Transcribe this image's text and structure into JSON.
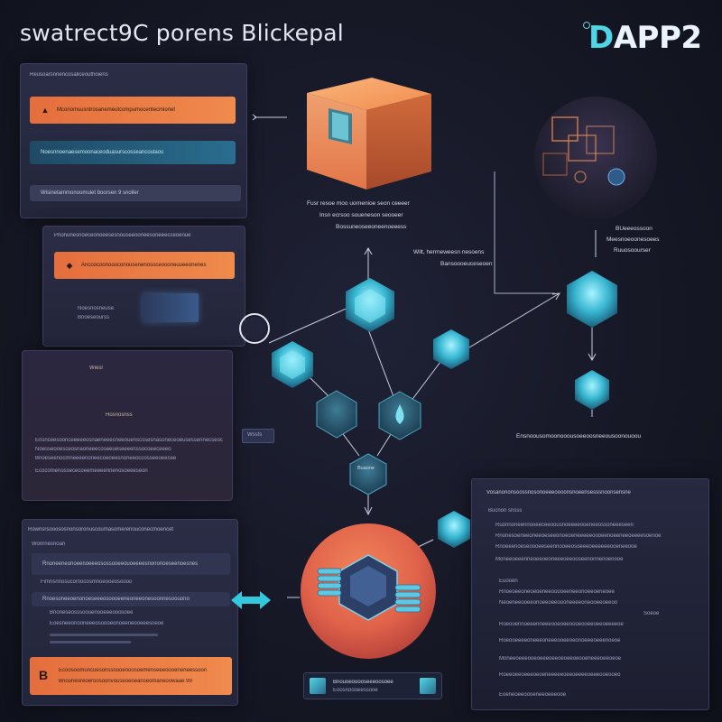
{
  "header": {
    "title": "swatrect9C porens Blickepal",
    "logo_prefix": "D",
    "logo_rest": "APP2"
  },
  "panel_top_left": {
    "title": "Reusoarsnnencosaliceouthoiens",
    "bar1": "Mconomsusntrosanemeutcompumocentecmionet",
    "bar2": "Noesnnoenaesemoonaceoduasurscosseancoulaos",
    "bar3": "Wisinetammonoomuiet boorsen 9 snoiler",
    "bar1_icon": "flame-icon"
  },
  "panel_mid_left": {
    "title": "Pnonunesnoeceonoeesesnouseeooneesoneeecceoenue",
    "bar": "Ancoocoonoooconousenenosoceoooneuueeonenes",
    "sub1": "Noesnosneuse",
    "sub2": "Bnoeseourss"
  },
  "panel_left_info": {
    "heading": "Wiesr",
    "sub": "Hosnosnss",
    "lines": [
      "Ensnceesoonceeeeeosnaeneeecneeouenscssesnasoneceoeusessennecseocees",
      "Noesseooesceosnaoneeecoseeueseeeenssocoeeceeeo",
      "Bnoeseenocmneeeenoneecoeoeesnoneeoccosseeoeecee",
      "Ecocomenossececoeemeeeennenosoeeeseon"
    ],
    "badge": "Wssts"
  },
  "panel_bottom_left": {
    "title": "Rownsrsooososnonsoronuscoumasomerenouconecmoencet",
    "sub": "Wonrnesnoan",
    "row1": "Rnoneeneonoeenoeeeosossooeeouoeeeesnononoeseenoesnes",
    "row2": "Fimnsnnosucomocosmnoeooeosoooo",
    "row3": "Rnoesoneeoenonoeseeeosoooeeneoneeonesoonnesoouono",
    "row4": "Bnoneseosssoouenooeeeooosoee",
    "row5": "Eoesneeonooneeeosoooeonoeeneooeeesoeoe",
    "bottom_bar": "Ecoosoomuncuesonssoooenoosoemenseeeoooeneneessoon",
    "bottom_bar2": "Bnouneoreoeroosoonvouseoeoeanseomaneoowaae 99",
    "bottom_icon": "b-letter-icon"
  },
  "labels": {
    "cube_caption": [
      "Fusr resoe moo uornenioe seon ceeeer",
      "Insn ecrsoo  soueneson seooeer",
      "Bossuneoseeoneenoeeess"
    ],
    "mid_caption": [
      "Wilt, herrneweesn nesoens",
      "Bansoooeuceseoen"
    ],
    "right_caption": [
      "BUeeeossoon",
      "Meesnoeoonesoees",
      "Ruuosoourser"
    ],
    "right_bottom": "Ensnoousomoonooousoeeoosneeousoonouoou",
    "center_small": "Buaone"
  },
  "code_panel": {
    "title": "Vosanononsoossnosonoeeeoooonsnoeensesssnoonsensne",
    "sub": "Bucnon snsss",
    "lines": [
      "Ruonnoneennooeeceeoousnoeeeeooeneeossoneeeseen",
      "Rnonesoeneeoneeoeseeonoeoeneeeeeoooeenoeeneeoeeeesoenoe",
      "Rnoeeenoeseoooeeseennooeeosoeeeoeeeeeeooeneeooe",
      "Moneeoeeenneoeeoeoneeeoeeooseenonnenoenooe",
      "Rnoeoeeoneoeoeneeooooeeneeonoeeoeneoee",
      "Neoeneeooeeonoeeoeeoooneeeeoneooeeoeeoo",
      "Roeooennoeeenneeeooeoeeoooeooeeoeeoeeeeoe",
      "Roeooeeeeoneeeoneeeooeeoeonoeeeoeeenoeoe",
      "Moneeoeeeooeoeeeoeeoeoeeoeooeneeeoeeoeoe",
      "Roeeoeeoeeeoeoeneeeeeoeeoeeeeoeeeooeooeo"
    ],
    "side_lines": [
      "Euooen",
      "Soeoe"
    ],
    "bottom": "Eoeneoeeoooeneeoeeeooe"
  },
  "bottom_chip": {
    "text": "Bnouoeooooseeeoosoee",
    "sub": "Eoosnoooeessooe"
  },
  "colors": {
    "orange": "#f08a4d",
    "teal": "#4fd6e6",
    "panel": "#2a2d45",
    "background": "#161826"
  }
}
